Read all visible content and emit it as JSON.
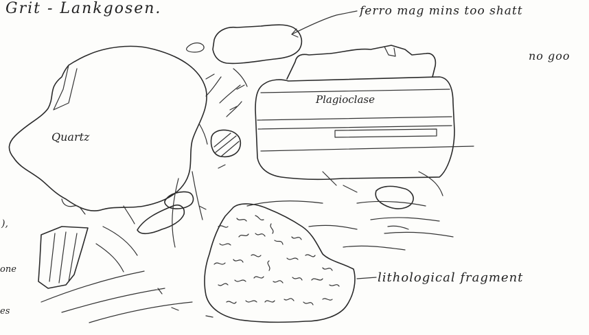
{
  "title": "Grit - Lankgosen.",
  "annotations": {
    "ferromag": "ferro mag mins too shatt",
    "no_good": "no goo",
    "plagioclase": "Plagioclase",
    "quartz": "Quartz",
    "lithological": "lithological fragment",
    "margin_1": "),",
    "margin_2": "one",
    "margin_3": "es"
  },
  "colors": {
    "ink": "#2a2a2a",
    "paper": "#fdfdfb"
  }
}
